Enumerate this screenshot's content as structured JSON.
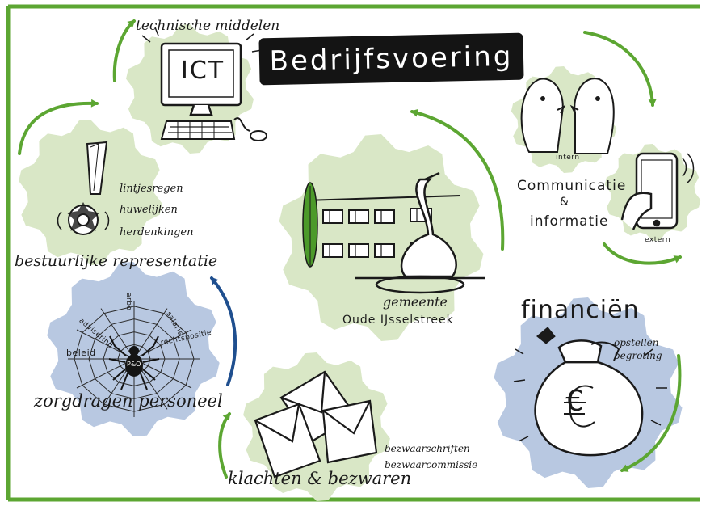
{
  "title": "Bedrijfsvoering",
  "sections": {
    "ict": {
      "heading": "technische middelen",
      "screen_text": "ICT"
    },
    "communicatie": {
      "title_line1": "Communicatie",
      "title_line2": "&",
      "title_line3": "informatie",
      "intern_label": "intern",
      "extern_label": "extern"
    },
    "gemeente": {
      "line1": "gemeente",
      "line2": "Oude IJsselstreek"
    },
    "representatie": {
      "title": "bestuurlijke representatie",
      "bullets": [
        "lintjesregen",
        "huwelijken",
        "herdenkingen"
      ]
    },
    "personeel": {
      "title": "zorgdragen personeel",
      "web_words": [
        "beleid",
        "advisering",
        "arbo",
        "salaris",
        "rechtspositie"
      ],
      "spider_text": "P&O"
    },
    "klachten": {
      "title": "klachten & bezwaren",
      "bullets": [
        "bezwaarschriften",
        "bezwaarcommissie"
      ]
    },
    "financien": {
      "title": "financiën",
      "bullets": [
        "opstellen begroting"
      ],
      "coin_symbol": "€"
    }
  },
  "colors": {
    "gear_green": "#d9e7c6",
    "gear_blue": "#b8c8e1",
    "arrow_green": "#5ca632",
    "arrow_blue": "#1f4f8f",
    "frame_green": "#5ca632",
    "banner_black": "#141414",
    "tree_green": "#4c9a2a"
  },
  "icons": [
    "computer-icon",
    "keyboard-icon",
    "mouse-icon",
    "medal-icon",
    "spider-web-icon",
    "envelopes-icon",
    "money-bag-icon",
    "smartphone-icon",
    "speech-figures-icon",
    "building-icon",
    "heron-statue-icon"
  ]
}
